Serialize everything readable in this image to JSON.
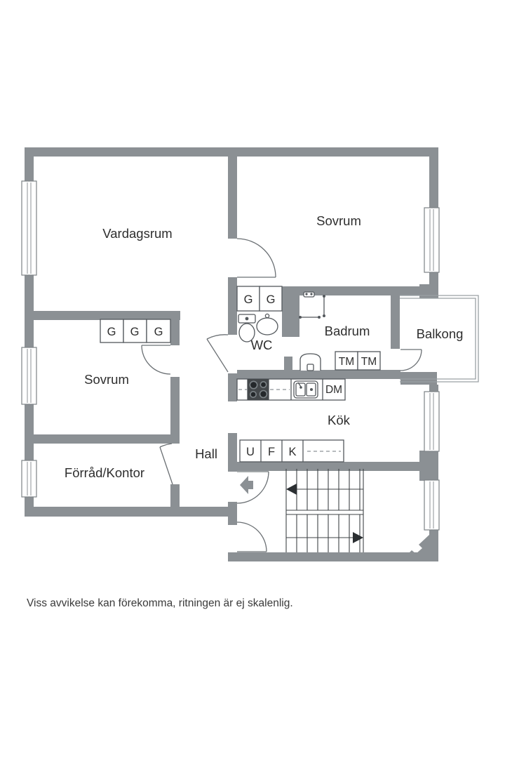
{
  "colors": {
    "wall": "#8b9094",
    "door": "#6b7074",
    "fixture": "#53585c",
    "stairs": "#3f4346",
    "stove": "#44484b",
    "burner": "#24282b",
    "burner_ring": "#7d8488",
    "counter_dash": "#8d9296",
    "text": "#2e2e2e"
  },
  "rooms": {
    "vardagsrum": "Vardagsrum",
    "sovrum_upper": "Sovrum",
    "sovrum_lower": "Sovrum",
    "wc": "WC",
    "badrum": "Badrum",
    "balkong": "Balkong",
    "kok": "Kök",
    "hall": "Hall",
    "forrad_kontor": "Förråd/Kontor"
  },
  "fixtures": {
    "wardrobe": "G",
    "washing_machine": "TM",
    "dishwasher": "DM",
    "oven": "U",
    "freezer": "F",
    "fridge": "K"
  },
  "footer": {
    "disclaimer": "Viss avvikelse kan förekomma, ritningen är ej skalenlig."
  }
}
